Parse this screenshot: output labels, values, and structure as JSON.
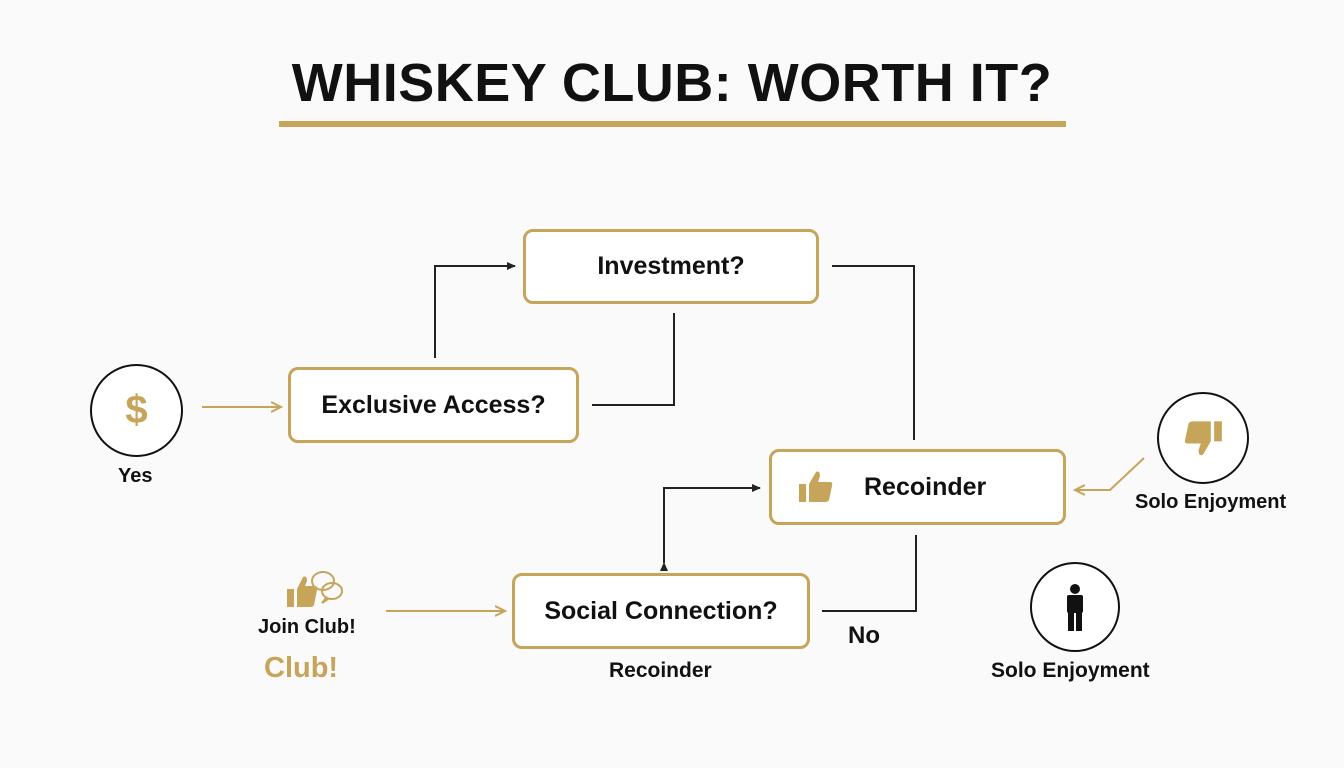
{
  "title": "WHISKEY CLUB: WORTH IT?",
  "colors": {
    "accent": "#c6a45a",
    "ink": "#111111",
    "background": "#fafafa"
  },
  "nodes": {
    "investment": "Investment?",
    "exclusive_access": "Exclusive Access?",
    "recoinder": "Recoinder",
    "social_connection": "Social Connection?"
  },
  "labels": {
    "yes": "Yes",
    "solo_enjoyment_top": "Solo Enjoyment",
    "join_club": "Join Club!",
    "club": "Club!",
    "no": "No",
    "recoinder_bottom": "Recoinder",
    "solo_enjoyment_bottom": "Solo Enjoyment"
  },
  "icons": {
    "dollar": "dollar-icon",
    "thumbs_down": "thumbs-down-icon",
    "thumbs_up": "thumbs-up-icon",
    "join_club": "thumbs-up-speech-icon",
    "person": "person-icon"
  },
  "dollar_glyph": "$"
}
